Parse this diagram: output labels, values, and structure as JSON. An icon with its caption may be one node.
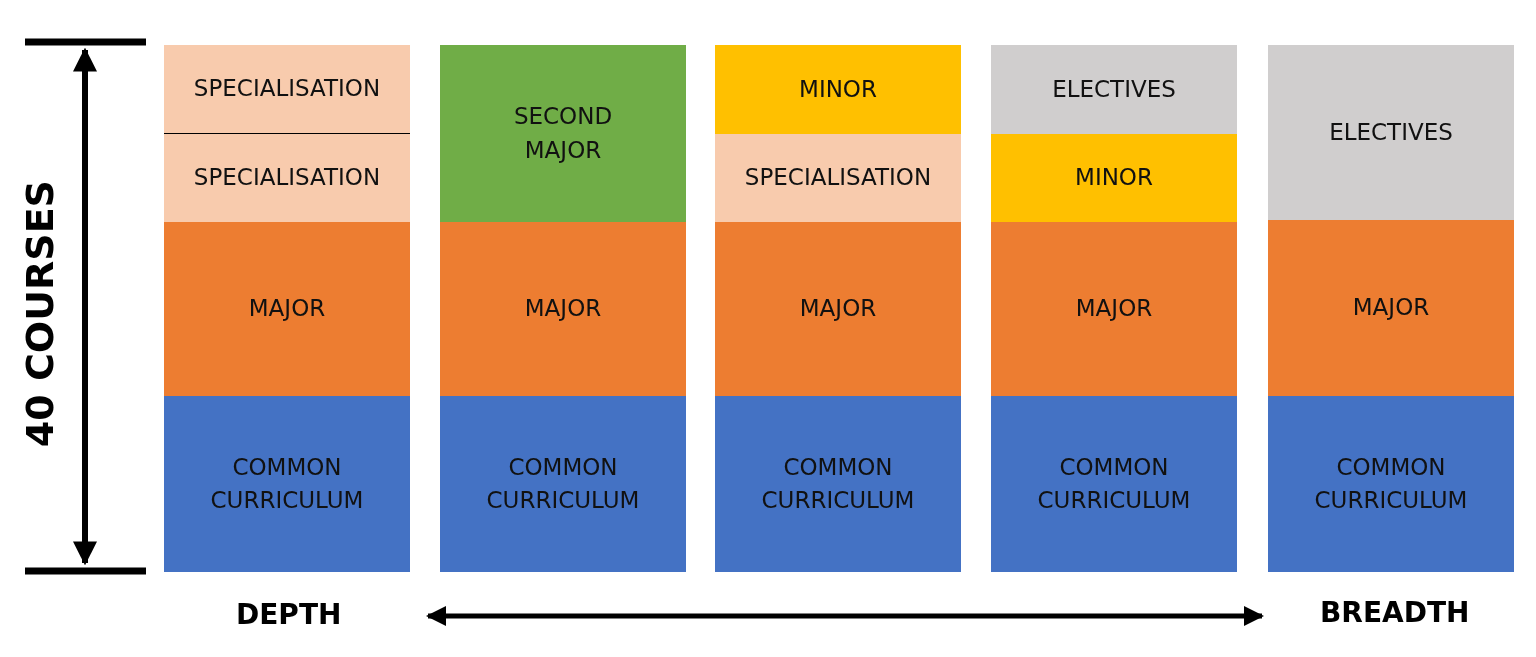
{
  "diagram": {
    "nodes": [
      {
        "text": [
          "SPECIALISATION"
        ]
      },
      {
        "text": [
          "SPECIALISATION"
        ]
      },
      {
        "text": [
          "MAJOR"
        ]
      },
      {
        "text": [
          "COMMON CURRICULUM"
        ]
      },
      {
        "text": [
          "SECOND MAJOR"
        ]
      },
      {
        "text": [
          "MAJOR"
        ]
      },
      {
        "text": [
          "COMMON CURRICULUM"
        ]
      },
      {
        "text": [
          "MINOR"
        ]
      },
      {
        "text": [
          "SPECIALISATION"
        ]
      },
      {
        "text": [
          "MAJOR"
        ]
      },
      {
        "text": [
          "COMMON CURRICULUM"
        ]
      },
      {
        "text": [
          "ELECTIVES"
        ]
      },
      {
        "text": [
          "MINOR"
        ]
      },
      {
        "text": [
          "MAJOR"
        ]
      },
      {
        "text": [
          "COMMON CURRICULUM"
        ]
      },
      {
        "text": [
          "ELECTIVES"
        ]
      },
      {
        "text": [
          "MAJOR"
        ]
      },
      {
        "text": [
          "COMMON CURRICULUM"
        ]
      }
    ],
    "edges": [],
    "labels": [
      "40 COURSES",
      "DEPTH",
      "BREADTH"
    ]
  }
}
